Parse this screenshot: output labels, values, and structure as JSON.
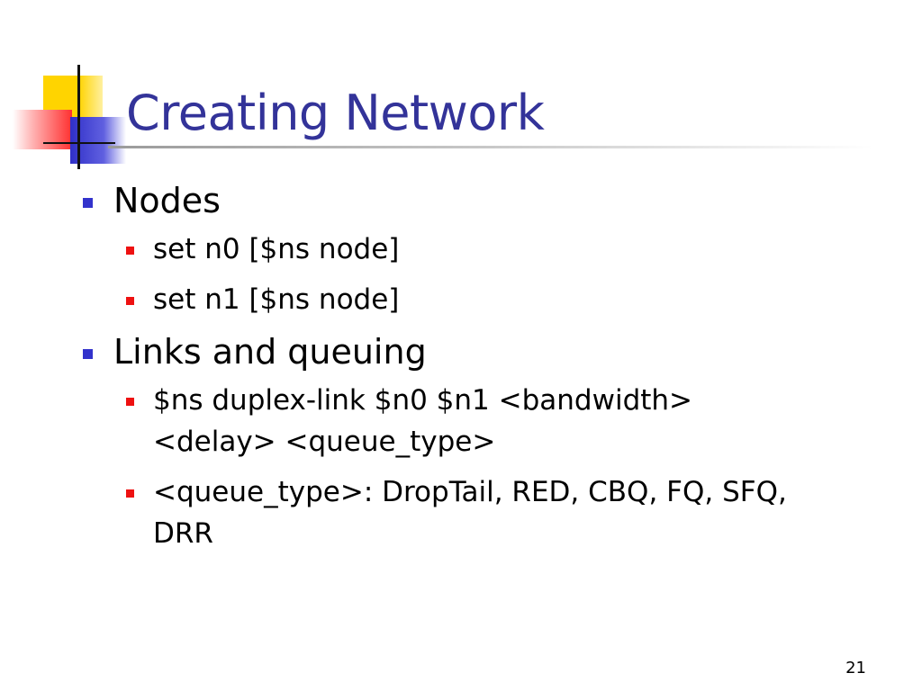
{
  "slide": {
    "title": "Creating Network",
    "page_number": "21",
    "items": [
      {
        "label": "Nodes",
        "subitems": [
          "set n0 [$ns node]",
          "set n1 [$ns node]"
        ]
      },
      {
        "label": "Links and queuing",
        "subitems": [
          "$ns duplex-link $n0 $n1 <bandwidth> <delay> <queue_type>",
          "<queue_type>: DropTail, RED, CBQ, FQ, SFQ, DRR"
        ]
      }
    ]
  },
  "colors": {
    "title": "#333399",
    "level1_bullet": "#3333cc",
    "level2_bullet": "#ee1111"
  }
}
